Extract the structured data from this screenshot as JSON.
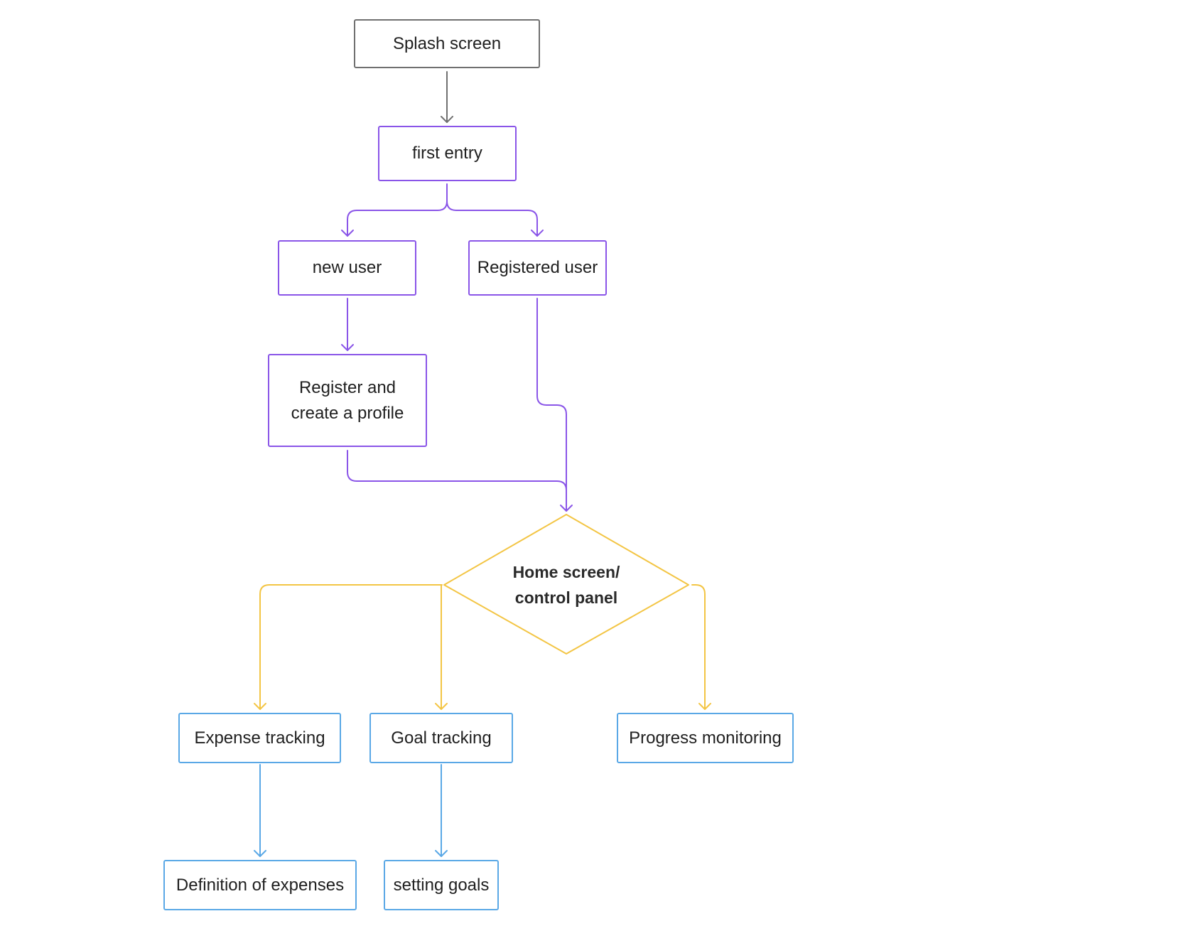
{
  "colors": {
    "gray": "#707070",
    "purple": "#8a55e8",
    "yellow": "#f3c544",
    "blue": "#5aa8e6"
  },
  "nodes": {
    "splash": "Splash screen",
    "first_entry": "first entry",
    "new_user": "new user",
    "registered_user": "Registered user",
    "register_line1": "Register and",
    "register_line2": "create a profile",
    "home_line1": "Home screen/",
    "home_line2": "control panel",
    "expense_tracking": "Expense tracking",
    "goal_tracking": "Goal tracking",
    "progress_monitoring": "Progress monitoring",
    "definition_of_expenses": "Definition of expenses",
    "setting_goals": "setting goals"
  }
}
